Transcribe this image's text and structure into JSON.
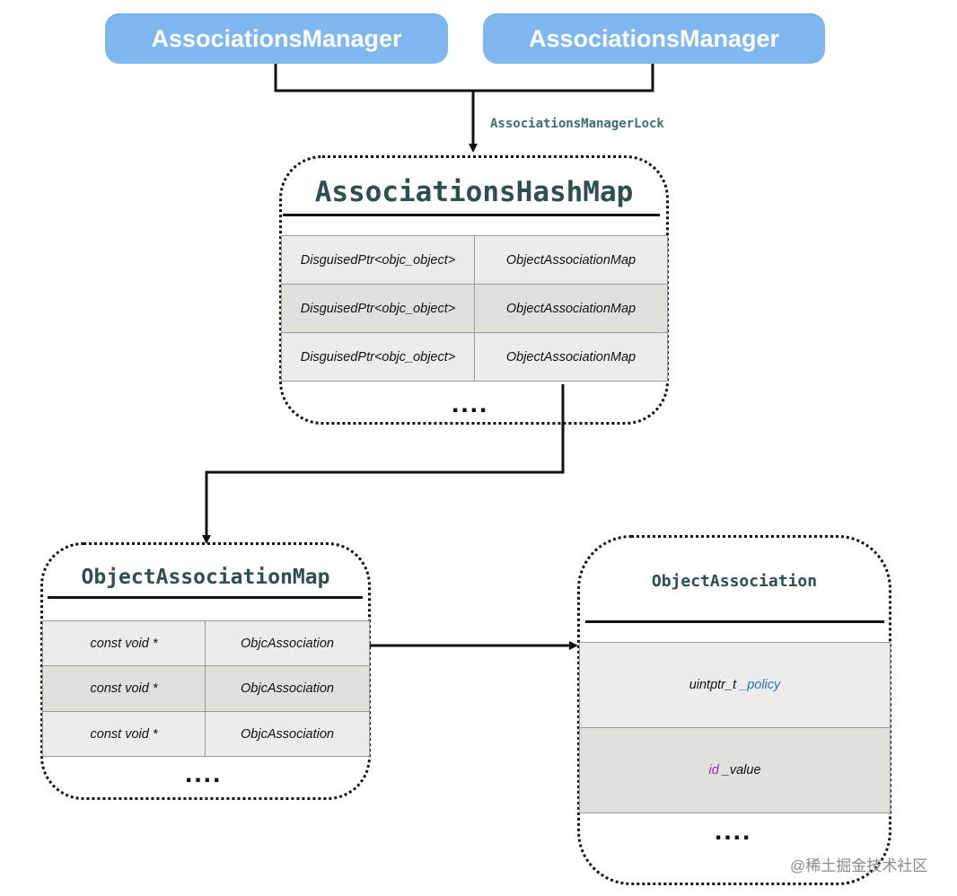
{
  "managers": [
    {
      "label": "AssociationsManager"
    },
    {
      "label": "AssociationsManager"
    }
  ],
  "lock_label": "AssociationsManagerLock",
  "hash_map": {
    "title": "AssociationsHashMap",
    "rows": [
      {
        "key": "DisguisedPtr<objc_object>",
        "value": "ObjectAssociationMap"
      },
      {
        "key": "DisguisedPtr<objc_object>",
        "value": "ObjectAssociationMap"
      },
      {
        "key": "DisguisedPtr<objc_object>",
        "value": "ObjectAssociationMap"
      }
    ],
    "ellipsis": "...."
  },
  "object_map": {
    "title": "ObjectAssociationMap",
    "rows": [
      {
        "key": "const void *",
        "value": "ObjcAssociation"
      },
      {
        "key": "const void *",
        "value": "ObjcAssociation"
      },
      {
        "key": "const void *",
        "value": "ObjcAssociation"
      }
    ],
    "ellipsis": "...."
  },
  "object_association": {
    "title": "ObjectAssociation",
    "policy_type": "uintptr_t",
    "policy_name": "_policy",
    "value_type": "id",
    "value_name": "_value",
    "ellipsis": "...."
  },
  "watermark": "@稀土掘金技术社区",
  "colors": {
    "pill": "#7fb8f0",
    "title": "#2f4f4f",
    "row_light": "#ececec",
    "row_dark": "#e1e1db",
    "policy": "#2d6fb5",
    "id": "#a12ca1"
  }
}
